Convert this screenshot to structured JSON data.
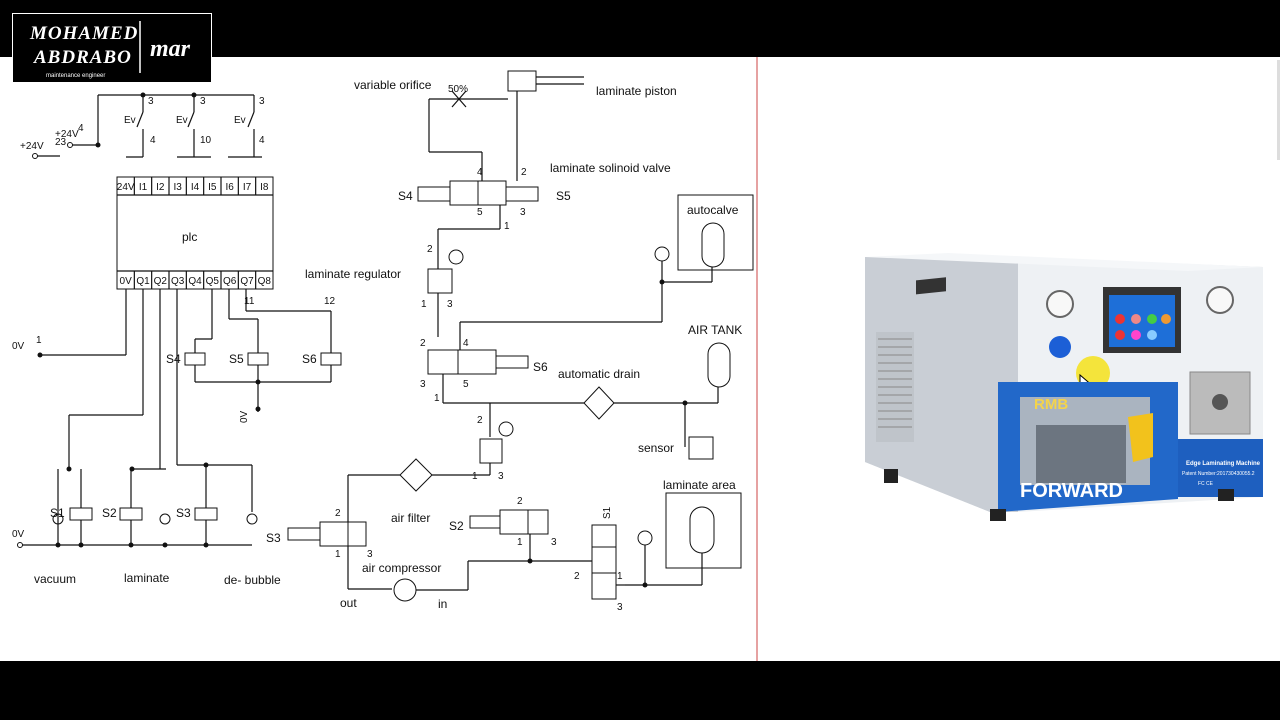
{
  "logo": {
    "line1": "MOHAMED",
    "line2": "ABDRABO",
    "sub": "maintenance engineer",
    "mark": "mar"
  },
  "plc": {
    "title": "plc",
    "inputs": [
      "24V",
      "I1",
      "I2",
      "I3",
      "I4",
      "I5",
      "I6",
      "I7",
      "I8"
    ],
    "outputs": [
      "0V",
      "Q1",
      "Q2",
      "Q3",
      "Q4",
      "Q5",
      "Q6",
      "Q7",
      "Q8"
    ]
  },
  "supply": {
    "plus24": "+24V",
    "plus24b": "+24V",
    "n23": "23",
    "n4": "4",
    "zero_v": "0V",
    "zero_v_b": "0V",
    "zero_v_c": "0V",
    "n1": "1",
    "n11": "11",
    "n12": "12",
    "n10": "10"
  },
  "switches": {
    "ev": "Ev",
    "n3": "3",
    "n4": "4"
  },
  "coils": [
    "S4",
    "S5",
    "S6"
  ],
  "bottom_coils": [
    "S1",
    "S2",
    "S3"
  ],
  "bottom_labels": [
    "vacuum",
    "laminate",
    "de- bubble"
  ],
  "pneumatic": {
    "variable_orifice": "variable orifice",
    "orifice_pct": "50%",
    "laminate_piston": "laminate piston",
    "laminate_valve": "laminate solinoid valve",
    "autocalve": "autocalve",
    "laminate_regulator": "laminate regulator",
    "air_tank": "AIR TANK",
    "automatic_drain": "automatic drain",
    "sensor": "sensor",
    "laminate_area": "laminate area",
    "air_filter": "air filter",
    "air_compressor": "air compressor",
    "out": "out",
    "in": "in",
    "valve_s4": "S4",
    "valve_s5": "S5",
    "valve_s6": "S6",
    "valve_s3": "S3",
    "valve_s2": "S2",
    "valve_s1": "S1",
    "p1": "1",
    "p2": "2",
    "p3": "3",
    "p4": "4",
    "p5": "5"
  },
  "machine": {
    "brand": "FORWARD",
    "badge": "RMB",
    "title": "Edge Laminating Machine",
    "patent": "Patent Number:201730430055.2",
    "cert": "FC CE"
  }
}
